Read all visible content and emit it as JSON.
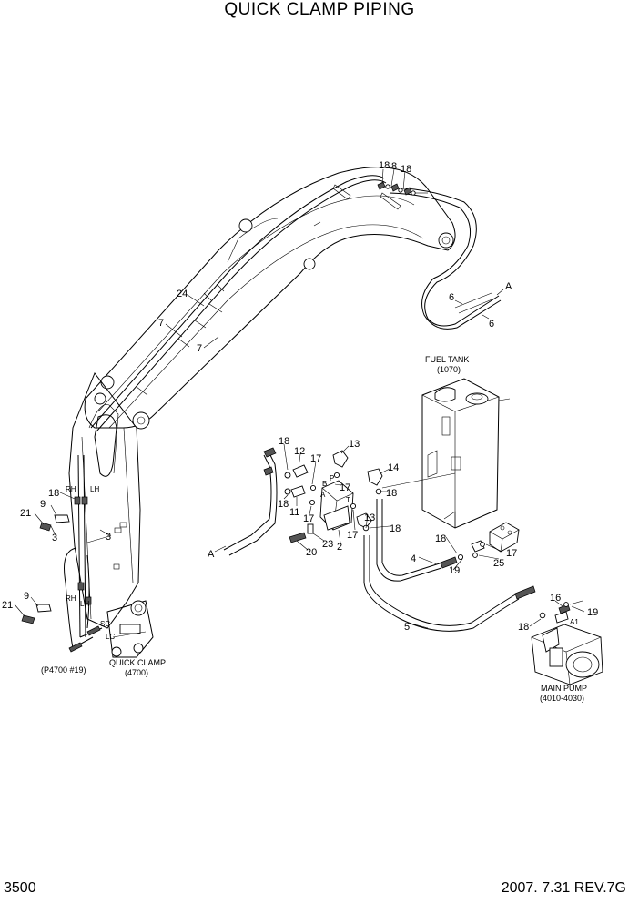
{
  "title": "QUICK CLAMP PIPING",
  "footer": {
    "page": "3500",
    "revision": "2007. 7.31 REV.7G"
  },
  "callouts": [
    {
      "id": "c-18-top-a",
      "text": "18"
    },
    {
      "id": "c-8-top",
      "text": "8"
    },
    {
      "id": "c-18-top-b",
      "text": "18"
    },
    {
      "id": "c-A-top",
      "text": "A"
    },
    {
      "id": "c-6-a",
      "text": "6"
    },
    {
      "id": "c-6-b",
      "text": "6"
    },
    {
      "id": "c-24",
      "text": "24"
    },
    {
      "id": "c-7-a",
      "text": "7"
    },
    {
      "id": "c-7-b",
      "text": "7"
    },
    {
      "id": "c-18-left",
      "text": "18"
    },
    {
      "id": "c-9-a",
      "text": "9"
    },
    {
      "id": "c-21-a",
      "text": "21"
    },
    {
      "id": "c-3-a",
      "text": "3"
    },
    {
      "id": "c-3-b",
      "text": "3"
    },
    {
      "id": "c-9-b",
      "text": "9"
    },
    {
      "id": "c-21-b",
      "text": "21"
    },
    {
      "id": "c-18-mid-a",
      "text": "18"
    },
    {
      "id": "c-12",
      "text": "12"
    },
    {
      "id": "c-17-a",
      "text": "17"
    },
    {
      "id": "c-13-a",
      "text": "13"
    },
    {
      "id": "c-14",
      "text": "14"
    },
    {
      "id": "c-17-b",
      "text": "17"
    },
    {
      "id": "c-18-mid-b",
      "text": "18"
    },
    {
      "id": "c-18-mid-c",
      "text": "18"
    },
    {
      "id": "c-11",
      "text": "11"
    },
    {
      "id": "c-17-c",
      "text": "17"
    },
    {
      "id": "c-13-b",
      "text": "13"
    },
    {
      "id": "c-18-mid-d",
      "text": "18"
    },
    {
      "id": "c-17-d",
      "text": "17"
    },
    {
      "id": "c-23",
      "text": "23"
    },
    {
      "id": "c-2",
      "text": "2"
    },
    {
      "id": "c-20",
      "text": "20"
    },
    {
      "id": "c-A-mid",
      "text": "A"
    },
    {
      "id": "c-4",
      "text": "4"
    },
    {
      "id": "c-18-right",
      "text": "18"
    },
    {
      "id": "c-17-e",
      "text": "17"
    },
    {
      "id": "c-19-a",
      "text": "19"
    },
    {
      "id": "c-25",
      "text": "25"
    },
    {
      "id": "c-16",
      "text": "16"
    },
    {
      "id": "c-19-b",
      "text": "19"
    },
    {
      "id": "c-5",
      "text": "5"
    },
    {
      "id": "c-18-pump",
      "text": "18"
    }
  ],
  "small_marks": {
    "rh_top": "RH",
    "lh_top": "LH",
    "rh_bottom": "RH",
    "lh_bottom": "LH",
    "sc": "SC",
    "lc": "LC",
    "p": "P",
    "t": "T",
    "a": "A",
    "b": "B",
    "a1": "A1"
  },
  "captions": {
    "fuel_tank": "FUEL TANK",
    "fuel_tank_ref": "(1070)",
    "quick_clamp": "QUICK CLAMP",
    "quick_clamp_ref": "(4700)",
    "p4700": "(P4700 #19)",
    "main_pump": "MAIN PUMP",
    "main_pump_ref": "(4010-4030)"
  },
  "icons": [
    "excavator-boom-arm",
    "fuel-tank",
    "quick-clamp-valve",
    "main-pump",
    "hose-assembly",
    "fitting"
  ]
}
